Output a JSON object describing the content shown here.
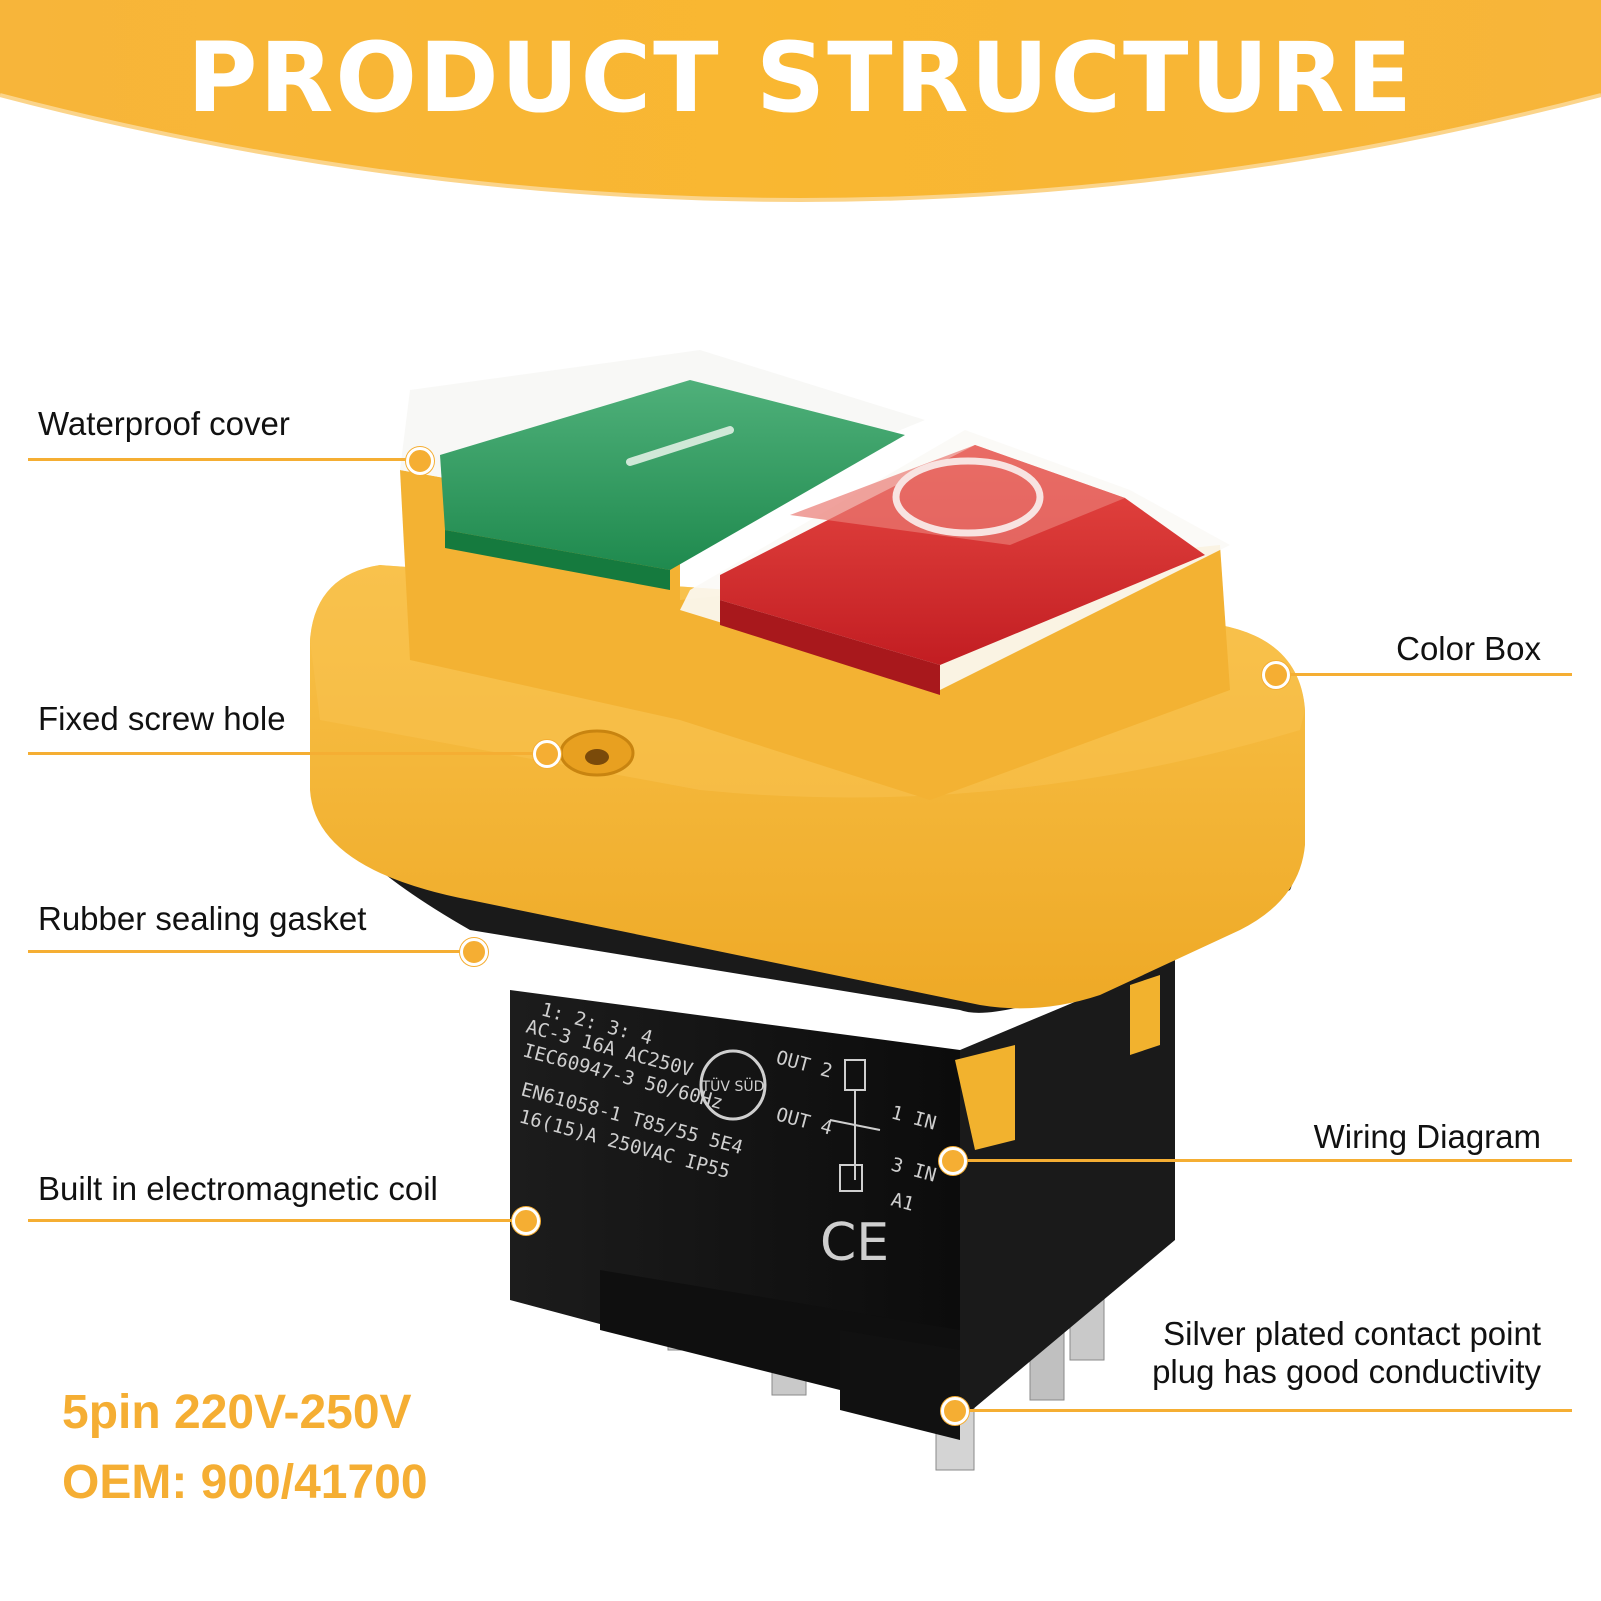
{
  "banner": {
    "title": "PRODUCT STRUCTURE"
  },
  "callouts": {
    "waterproof_cover": "Waterproof cover",
    "fixed_screw_hole": "Fixed screw hole",
    "rubber_sealing_gasket": "Rubber sealing gasket",
    "built_in_coil": "Built in electromagnetic coil",
    "color_box": "Color Box",
    "wiring_diagram": "Wiring Diagram",
    "silver_plated_line1": "Silver plated contact point",
    "silver_plated_line2": "plug has good conductivity"
  },
  "specs": {
    "pin_voltage": "5pin 220V-250V",
    "oem": "OEM: 900/41700"
  },
  "switch_markings": {
    "green_symbol": "I",
    "red_symbol": "O",
    "line1": "1: 2: 3: 4",
    "line2": "AC-3 16A AC250V",
    "line3": "IEC60947-3 50/60Hz",
    "line4": "EN61058-1 T85/55 5E4",
    "line5": "16(15)A 250VAC IP55",
    "tuv": "TÜV SÜD",
    "out2": "OUT 2",
    "out4": "OUT 4",
    "in1": "1 IN",
    "in3": "3 IN",
    "a1": "A1",
    "ce": "CE"
  },
  "colors": {
    "accent": "#f5ae33",
    "housing_yellow": "#f4b52e",
    "green_button": "#2e9a5c",
    "red_button": "#d8262a",
    "body_black": "#141414"
  },
  "icons": [
    "callout-dot"
  ]
}
